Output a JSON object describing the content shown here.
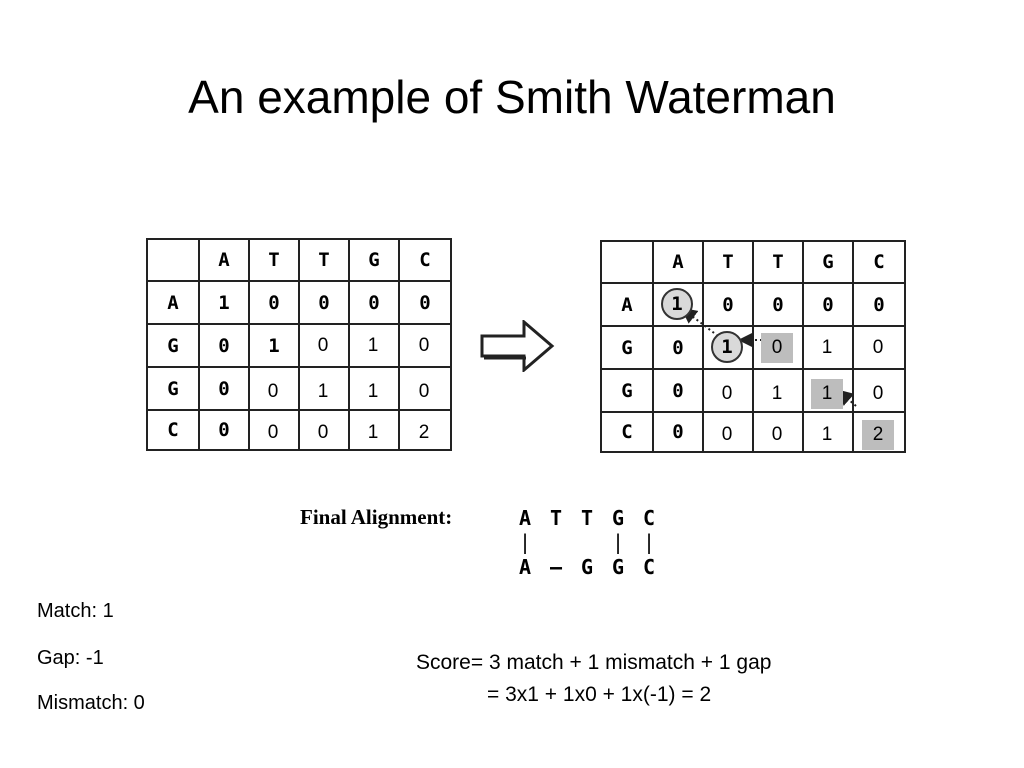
{
  "title": "An example of Smith Waterman",
  "matrix_left": {
    "header": [
      "",
      "A",
      "T",
      "T",
      "G",
      "C"
    ],
    "rows": [
      [
        "A",
        "1",
        "0",
        "0",
        "0",
        "0"
      ],
      [
        "G",
        "0",
        "1",
        "",
        "",
        ""
      ],
      [
        "G",
        "0",
        "",
        "",
        "",
        ""
      ],
      [
        "C",
        "0",
        "",
        "",
        "",
        ""
      ]
    ],
    "filled": {
      "r1c3": "0",
      "r1c4": "1",
      "r1c5": "0",
      "r2c2": "0",
      "r2c3": "1",
      "r2c4": "1",
      "r2c5": "0",
      "r3c2": "0",
      "r3c3": "0",
      "r3c4": "1",
      "r3c5": "2"
    }
  },
  "matrix_right": {
    "header": [
      "",
      "A",
      "T",
      "T",
      "G",
      "C"
    ],
    "rows": [
      [
        "A",
        "",
        "0",
        "0",
        "0",
        "0"
      ],
      [
        "G",
        "0",
        "",
        "",
        "",
        ""
      ],
      [
        "G",
        "0",
        "",
        "",
        "",
        ""
      ],
      [
        "C",
        "0",
        "",
        "",
        "",
        ""
      ]
    ],
    "circled": {
      "r0c1": "1",
      "r1c2": "1"
    },
    "filled": {
      "r1c3": "0",
      "r1c4": "1",
      "r1c5": "0",
      "r2c2": "0",
      "r2c3": "1",
      "r2c4": "1",
      "r2c5": "0",
      "r3c2": "0",
      "r3c3": "0",
      "r3c4": "1",
      "r3c5": "2"
    },
    "highlighted": [
      "r1c3",
      "r2c4",
      "r3c5"
    ]
  },
  "final_alignment": {
    "label": "Final Alignment:",
    "top": [
      "A",
      "T",
      "T",
      "G",
      "C"
    ],
    "bars": [
      "|",
      "",
      "",
      "|",
      "|"
    ],
    "bottom": [
      "A",
      "–",
      "G",
      "G",
      "C"
    ]
  },
  "params": {
    "match": "Match: 1",
    "gap": "Gap: -1",
    "mismatch": "Mismatch: 0"
  },
  "score": {
    "line1": "Score= 3 match + 1 mismatch + 1 gap",
    "line2": "= 3x1 + 1x0 + 1x(-1) = 2"
  }
}
